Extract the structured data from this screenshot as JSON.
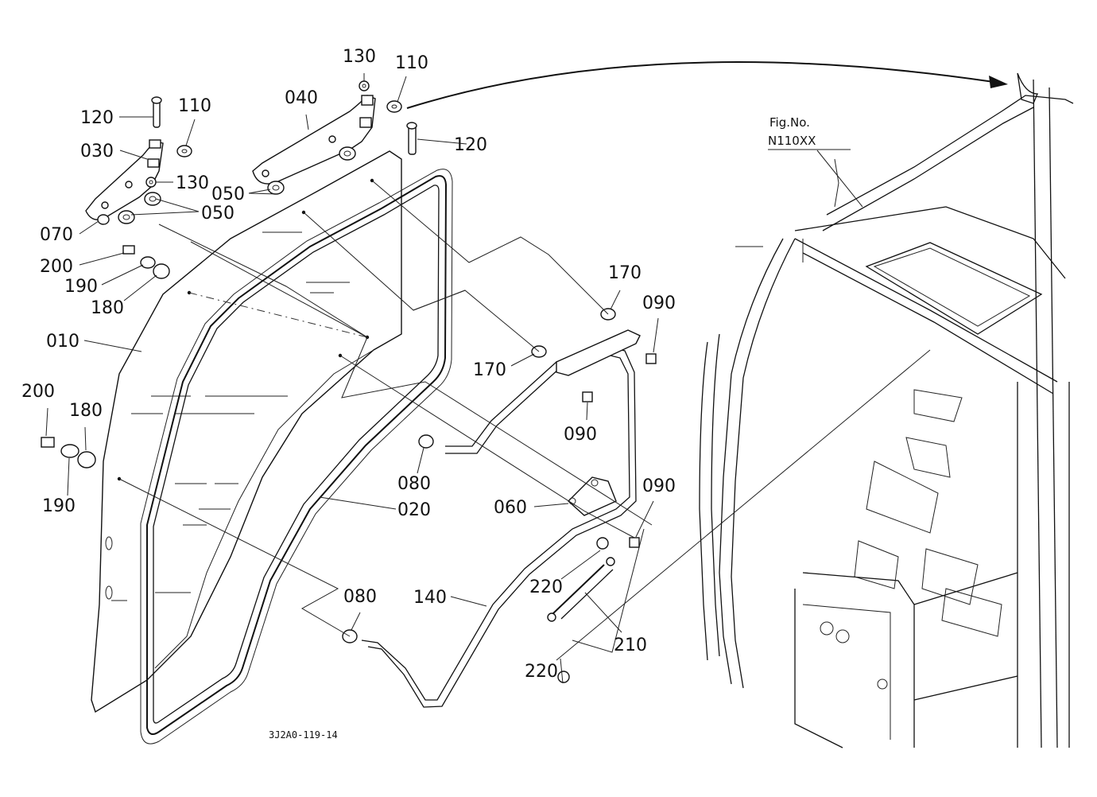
{
  "diagram": {
    "figure_ref": {
      "line1": "Fig.No.",
      "line2": "N110XX"
    },
    "drawing_code": "3J2A0-119-14",
    "callouts": [
      {
        "id": "c130a",
        "text": "130"
      },
      {
        "id": "c110a",
        "text": "110"
      },
      {
        "id": "c040",
        "text": "040"
      },
      {
        "id": "c120a",
        "text": "120"
      },
      {
        "id": "c110b",
        "text": "110"
      },
      {
        "id": "c030",
        "text": "030"
      },
      {
        "id": "c120b",
        "text": "120"
      },
      {
        "id": "c130b",
        "text": "130"
      },
      {
        "id": "c050a",
        "text": "050"
      },
      {
        "id": "c050b",
        "text": "050"
      },
      {
        "id": "c070",
        "text": "070"
      },
      {
        "id": "c200a",
        "text": "200"
      },
      {
        "id": "c190a",
        "text": "190"
      },
      {
        "id": "c180a",
        "text": "180"
      },
      {
        "id": "c010",
        "text": "010"
      },
      {
        "id": "c170a",
        "text": "170"
      },
      {
        "id": "c090a",
        "text": "090"
      },
      {
        "id": "c170b",
        "text": "170"
      },
      {
        "id": "c090b",
        "text": "090"
      },
      {
        "id": "c200b",
        "text": "200"
      },
      {
        "id": "c180b",
        "text": "180"
      },
      {
        "id": "c190b",
        "text": "190"
      },
      {
        "id": "c080a",
        "text": "080"
      },
      {
        "id": "c020",
        "text": "020"
      },
      {
        "id": "c060",
        "text": "060"
      },
      {
        "id": "c090c",
        "text": "090"
      },
      {
        "id": "c220a",
        "text": "220"
      },
      {
        "id": "c140",
        "text": "140"
      },
      {
        "id": "c080b",
        "text": "080"
      },
      {
        "id": "c210",
        "text": "210"
      },
      {
        "id": "c220b",
        "text": "220"
      }
    ]
  }
}
